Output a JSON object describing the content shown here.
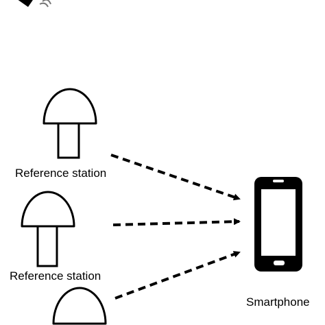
{
  "labels": {
    "station_1": "Reference station",
    "station_2": "Reference station",
    "device": "Smartphone"
  },
  "icons": {
    "stations": [
      "antenna-icon",
      "antenna-icon",
      "antenna-icon"
    ],
    "device": "smartphone-icon",
    "satellite": "satellite-icon"
  },
  "colors": {
    "stroke": "#000000",
    "fill": "#ffffff"
  }
}
